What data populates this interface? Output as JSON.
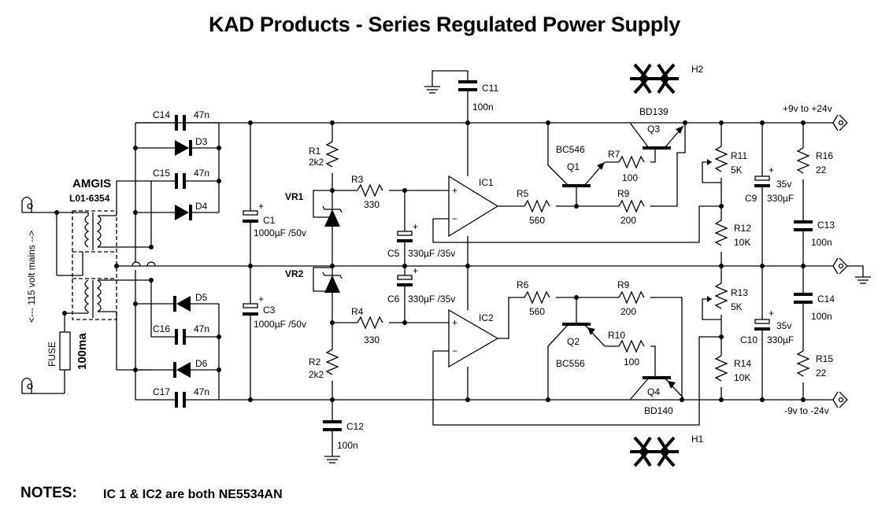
{
  "title": "KAD Products - Series Regulated Power Supply",
  "notes": {
    "heading": "NOTES:",
    "text": "IC 1 & IC2 are both NE5534AN"
  },
  "transformer": {
    "brand": "AMGIS",
    "model": "L01-6354",
    "mains_label": "<--- 115 volt mains -->"
  },
  "fuse": {
    "label": "FUSE",
    "rating": "100ma"
  },
  "outputs": {
    "positive": "+9v to +24v",
    "negative": "-9v to -24v"
  },
  "components": {
    "C14_top": "C14",
    "C14_top_val": "47n",
    "C15": "C15",
    "C15_val": "47n",
    "C16": "C16",
    "C16_val": "47n",
    "C17": "C17",
    "C17_val": "47n",
    "D3": "D3",
    "D4": "D4",
    "D5": "D5",
    "D6": "D6",
    "C1": "C1",
    "C1_val": "1000µF /50v",
    "C3": "C3",
    "C3_val": "1000µF /50v",
    "R1": "R1",
    "R1_val": "2k2",
    "R2": "R2",
    "R2_val": "2k2",
    "VR1": "VR1",
    "VR2": "VR2",
    "R3": "R3",
    "R3_val": "330",
    "R4": "R4",
    "R4_val": "330",
    "C5": "C5",
    "C5_val": "330µF /35v",
    "C6": "C6",
    "C6_val": "330µF /35v",
    "C11": "C11",
    "C11_val": "100n",
    "C12": "C12",
    "C12_val": "100n",
    "IC1": "IC1",
    "IC2": "IC2",
    "R5": "R5",
    "R5_val": "560",
    "R6": "R6",
    "R6_val": "560",
    "Q1": "Q1",
    "Q1_type": "BC546",
    "Q2": "Q2",
    "Q2_type": "BC556",
    "R7": "R7",
    "R7_val": "100",
    "R10": "R10",
    "R10_val": "100",
    "R9_top": "R9",
    "R9_top_val": "200",
    "R9_bot": "R9",
    "R9_bot_val": "200",
    "Q3": "Q3",
    "Q3_type": "BD139",
    "Q4": "Q4",
    "Q4_type": "BD140",
    "H1": "H1",
    "H2": "H2",
    "R11": "R11",
    "R11_val": "5K",
    "R12": "R12",
    "R12_val": "10K",
    "R13": "R13",
    "R13_val": "5K",
    "R14": "R14",
    "R14_val": "10K",
    "C9": "C9",
    "C9_v": "35v",
    "C9_val": "330µF",
    "C10": "C10",
    "C10_v": "35v",
    "C10_val": "330µF",
    "R16": "R16",
    "R16_val": "22",
    "R15": "R15",
    "R15_val": "22",
    "C13": "C13",
    "C13_val": "100n",
    "C14_out": "C14",
    "C14_out_val": "100n",
    "plus": "+",
    "minus": "−"
  }
}
